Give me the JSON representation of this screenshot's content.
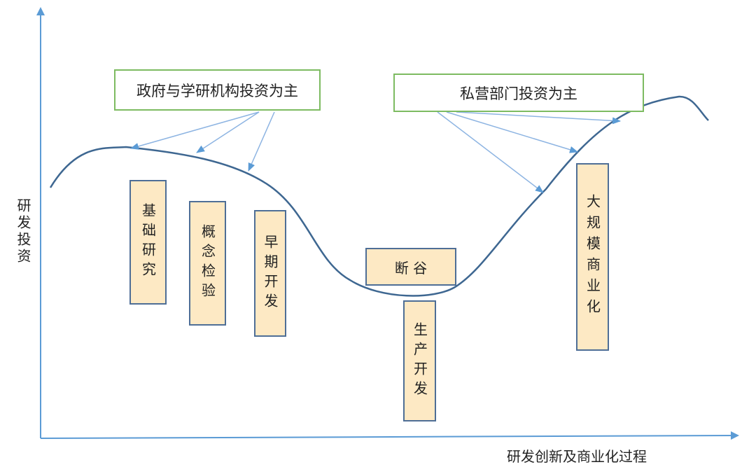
{
  "axes": {
    "y_label": "研发投资",
    "x_label": "研发创新及商业化过程"
  },
  "investors": {
    "government": "政府与学研机构投资为主",
    "private": "私营部门投资为主"
  },
  "stages": [
    {
      "label": "基础研究"
    },
    {
      "label": "概念检验"
    },
    {
      "label": "早期开发"
    },
    {
      "label": "断 谷"
    },
    {
      "label": "生产开发"
    },
    {
      "label": "大规模商业化"
    }
  ],
  "colors": {
    "axis": "#5b9bd5",
    "curve": "#3e6791",
    "arrow": "#8db4e2",
    "green_border": "#7dbb61",
    "stage_fill": "#fde9c4",
    "stage_border": "#4e6e96"
  }
}
